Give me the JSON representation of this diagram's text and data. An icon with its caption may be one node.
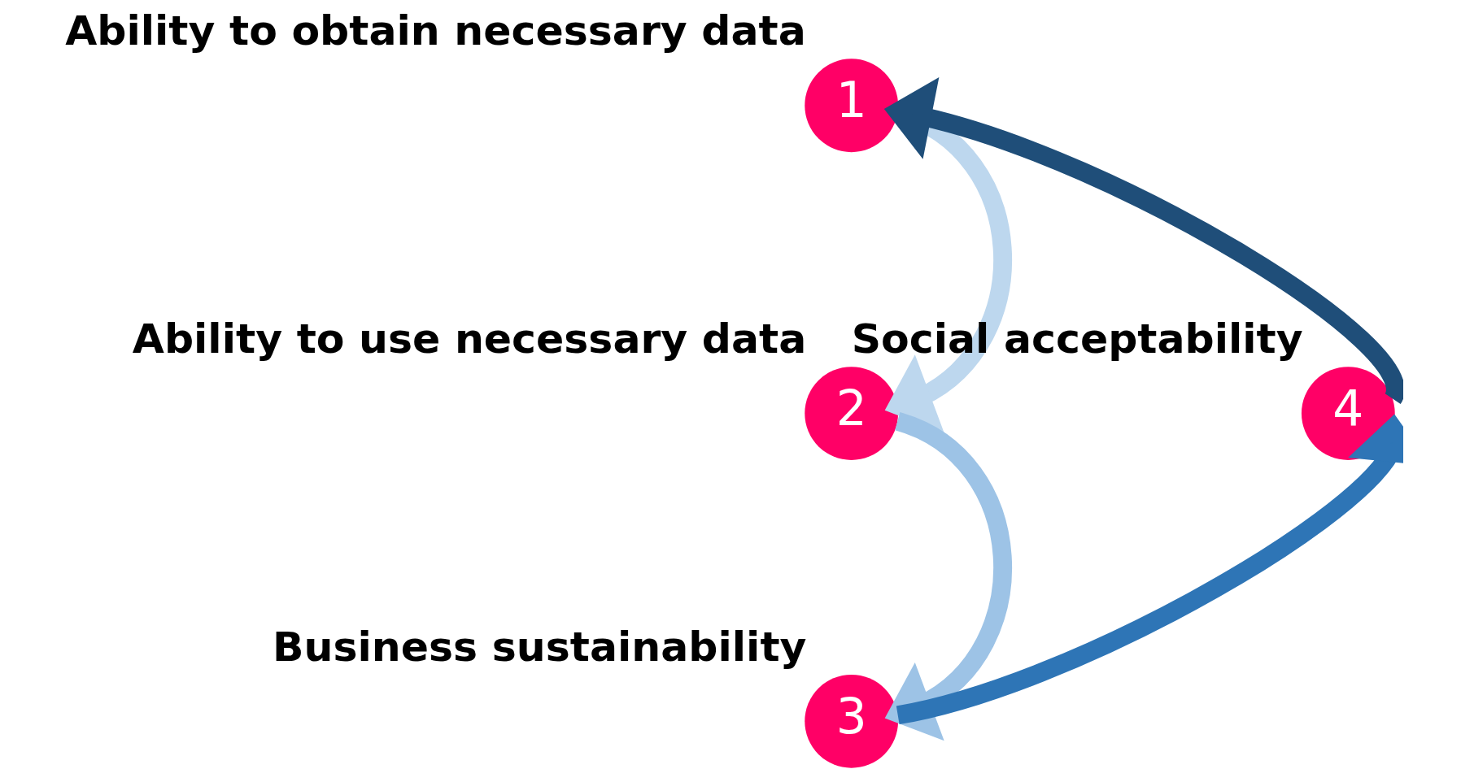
{
  "diagram": {
    "nodes": [
      {
        "text": [
          "1"
        ],
        "beside": [
          "Ability to obtain necessary data"
        ]
      },
      {
        "text": [
          "2"
        ],
        "beside": [
          "Ability to use necessary data"
        ]
      },
      {
        "text": [
          "3"
        ],
        "beside": [
          "Business sustainability"
        ]
      },
      {
        "text": [
          "4"
        ],
        "beside": [
          "Social acceptability"
        ]
      }
    ],
    "edges": [
      {
        "from": 0,
        "to": 1,
        "arrow": "to",
        "color": "#bdd7ee"
      },
      {
        "from": 1,
        "to": 2,
        "arrow": "to",
        "color": "#9dc3e6"
      },
      {
        "from": 2,
        "to": 3,
        "arrow": "to",
        "color": "#2e75b6"
      },
      {
        "from": 3,
        "to": 0,
        "arrow": "to",
        "color": "#1f4e79"
      }
    ]
  }
}
